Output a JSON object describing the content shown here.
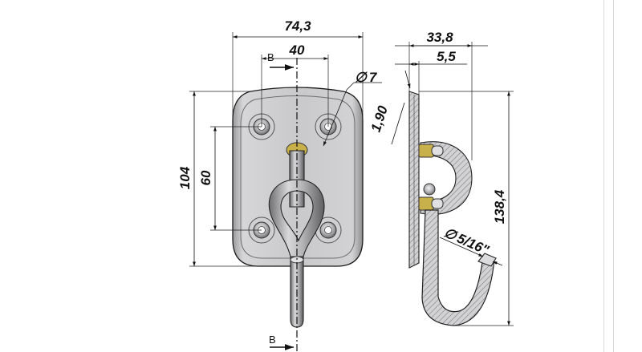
{
  "dimensions": {
    "plate_width": "74,3",
    "hole_spacing_x": "40",
    "total_height": "104",
    "hole_spacing_y": "60",
    "hole_diameter": "7",
    "plate_thickness": "1,90",
    "depth": "33,8",
    "offset": "5,5",
    "hook_height": "138,4",
    "wire_diameter": "5/16\""
  },
  "symbols": {
    "diameter": "∅",
    "section_label_top": "B",
    "section_label_bottom": "B"
  },
  "colors": {
    "plate_fill": "#c9c9cb",
    "plate_edge": "#8f8f92",
    "metal_light": "#e4e4e6",
    "metal_dark": "#7a7a7d",
    "brass": "#c8b04a",
    "line": "#111111"
  }
}
